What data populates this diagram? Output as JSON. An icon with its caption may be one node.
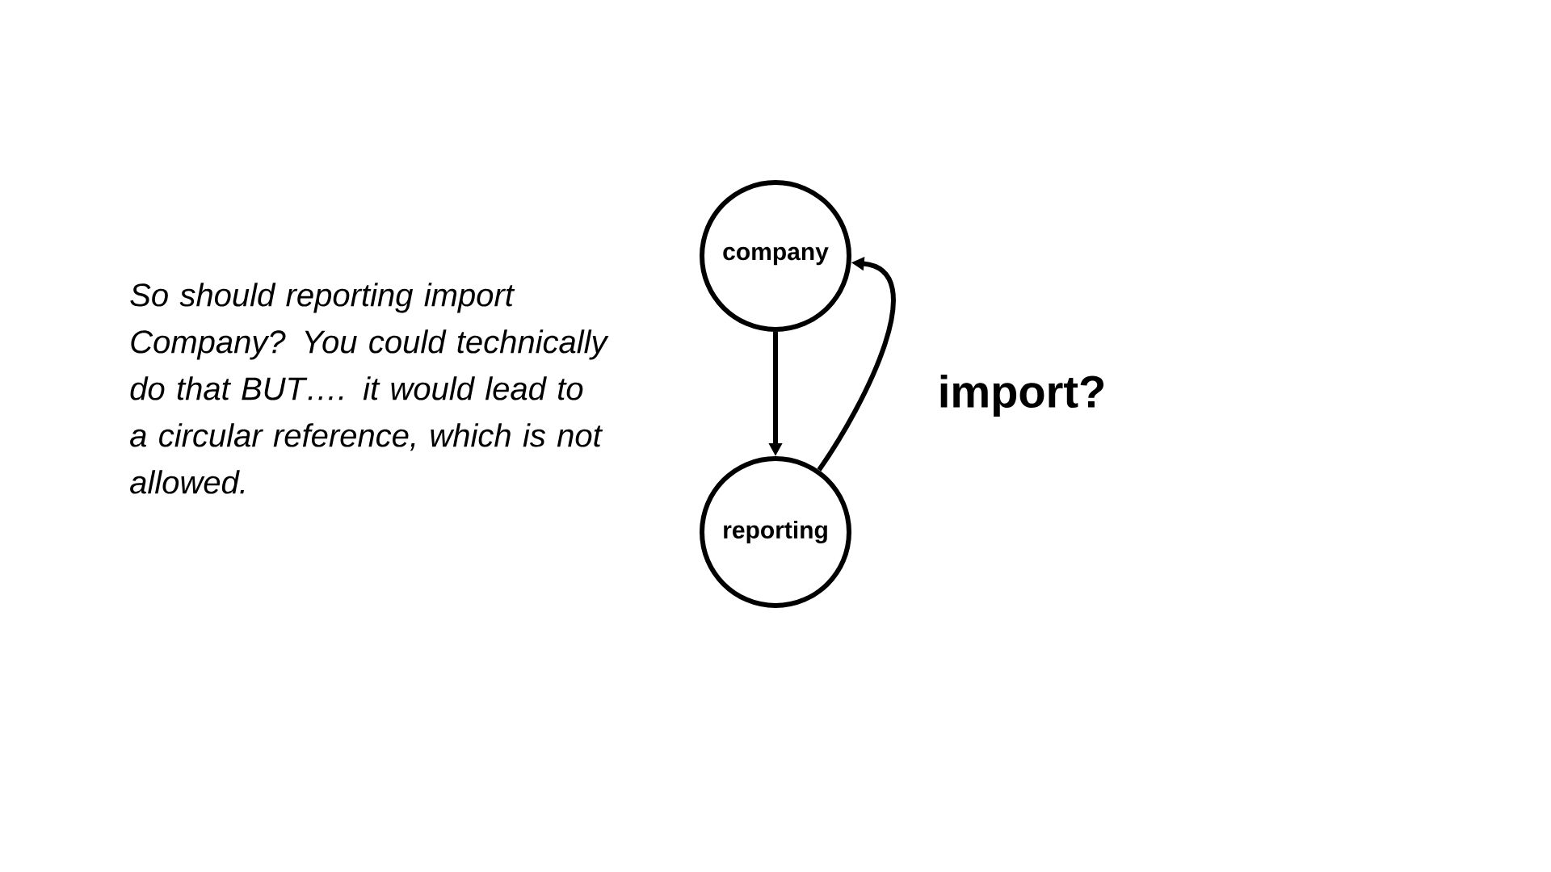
{
  "diagram": {
    "nodes": [
      {
        "text": [
          "company"
        ]
      },
      {
        "text": [
          "reporting"
        ]
      }
    ],
    "edges": [
      {
        "from": 0,
        "to": 1,
        "arrow": "to"
      },
      {
        "from": 1,
        "to": 0,
        "arrow": "to",
        "label": "import?"
      }
    ],
    "labels": [
      "So should reporting import Company? You could technically do that BUT…. it would lead to a circular reference, which is not allowed."
    ]
  }
}
